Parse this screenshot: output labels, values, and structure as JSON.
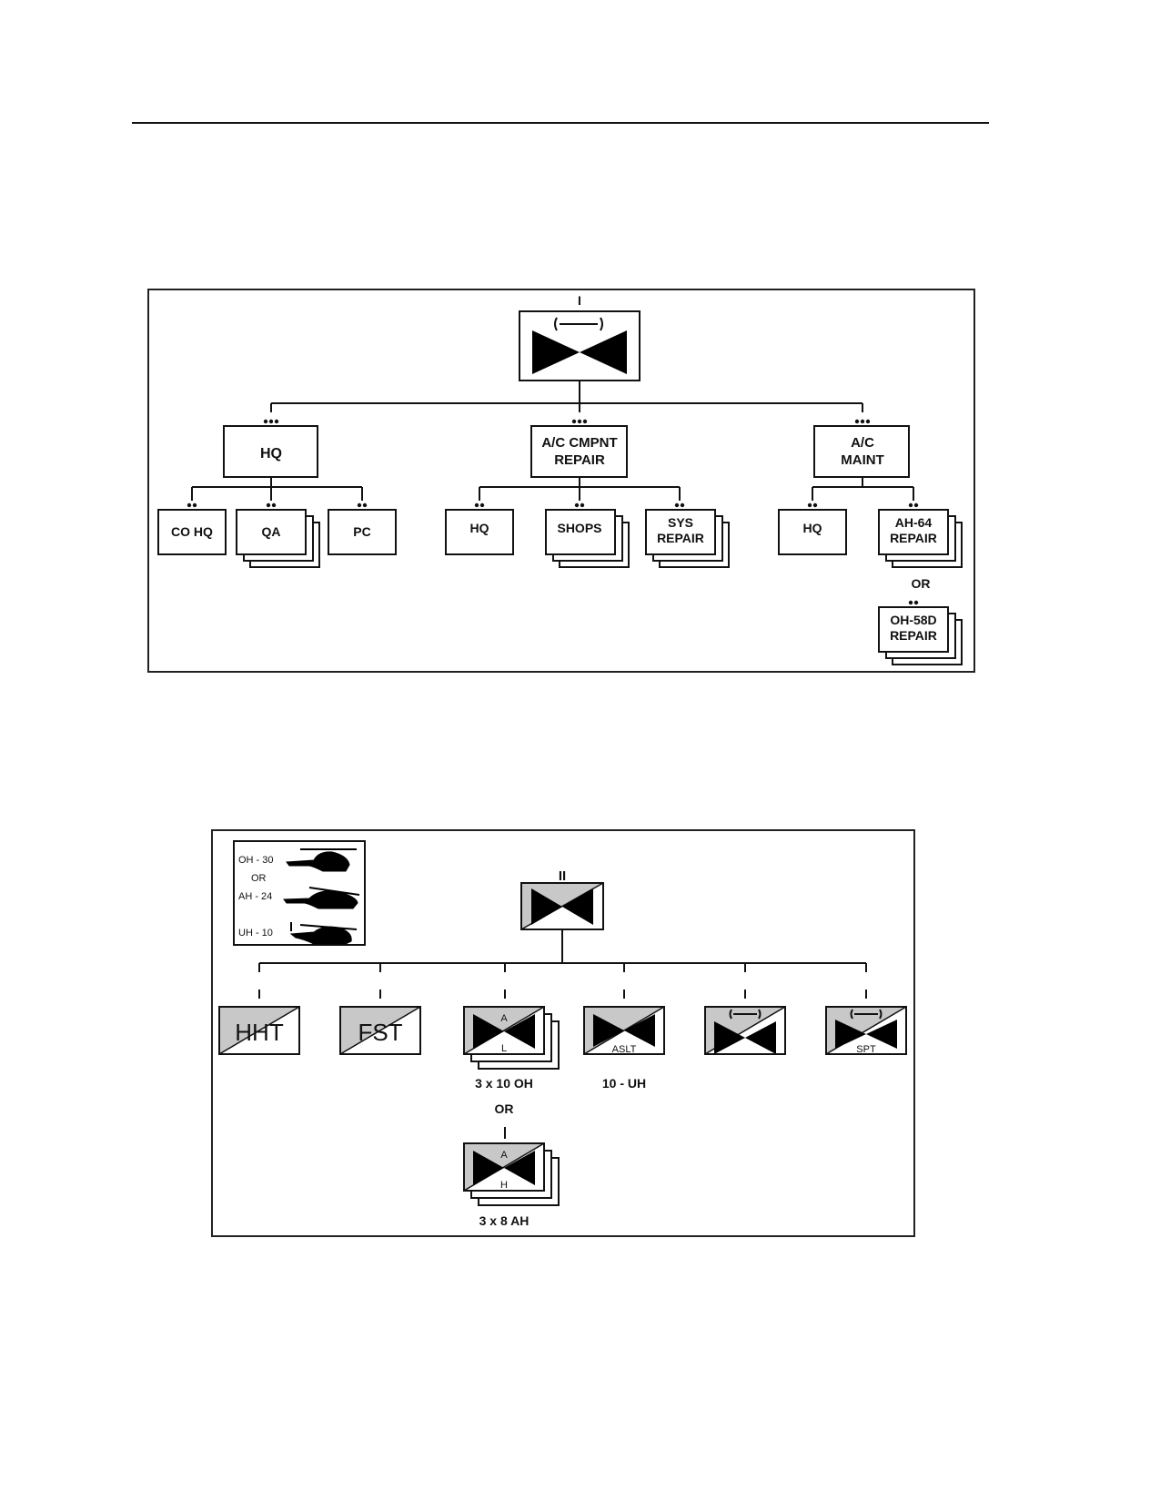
{
  "figure1": {
    "units": {
      "hq": "HQ",
      "comp_repair_1": "A/C CMPNT",
      "comp_repair_2": "REPAIR",
      "maint_1": "A/C",
      "maint_2": "MAINT",
      "co_hq": "CO HQ",
      "qa": "QA",
      "pc": "PC",
      "comp_hq": "HQ",
      "shops": "SHOPS",
      "sys_repair_1": "SYS",
      "sys_repair_2": "REPAIR",
      "maint_hq": "HQ",
      "ah64_1": "AH-64",
      "ah64_2": "REPAIR",
      "or": "OR",
      "oh58d_1": "OH-58D",
      "oh58d_2": "REPAIR"
    },
    "echelon_top": "I"
  },
  "figure2": {
    "legend": {
      "oh": "OH - 30",
      "or": "OR",
      "ah": "AH - 24",
      "uh": "UH - 10"
    },
    "echelon_top": "II",
    "units": {
      "hht": "HHT",
      "fst": "FST",
      "al_a": "A",
      "al_l": "L",
      "al_caption": "3 x 10 OH",
      "or": "OR",
      "ah_a": "A",
      "ah_h": "H",
      "ah_caption": "3 x 8 AH",
      "aslt": "ASLT",
      "aslt_caption": "10 - UH",
      "spt": "SPT"
    },
    "colors": {
      "unit_fill": "#c8c8c8",
      "line": "#111111"
    }
  }
}
